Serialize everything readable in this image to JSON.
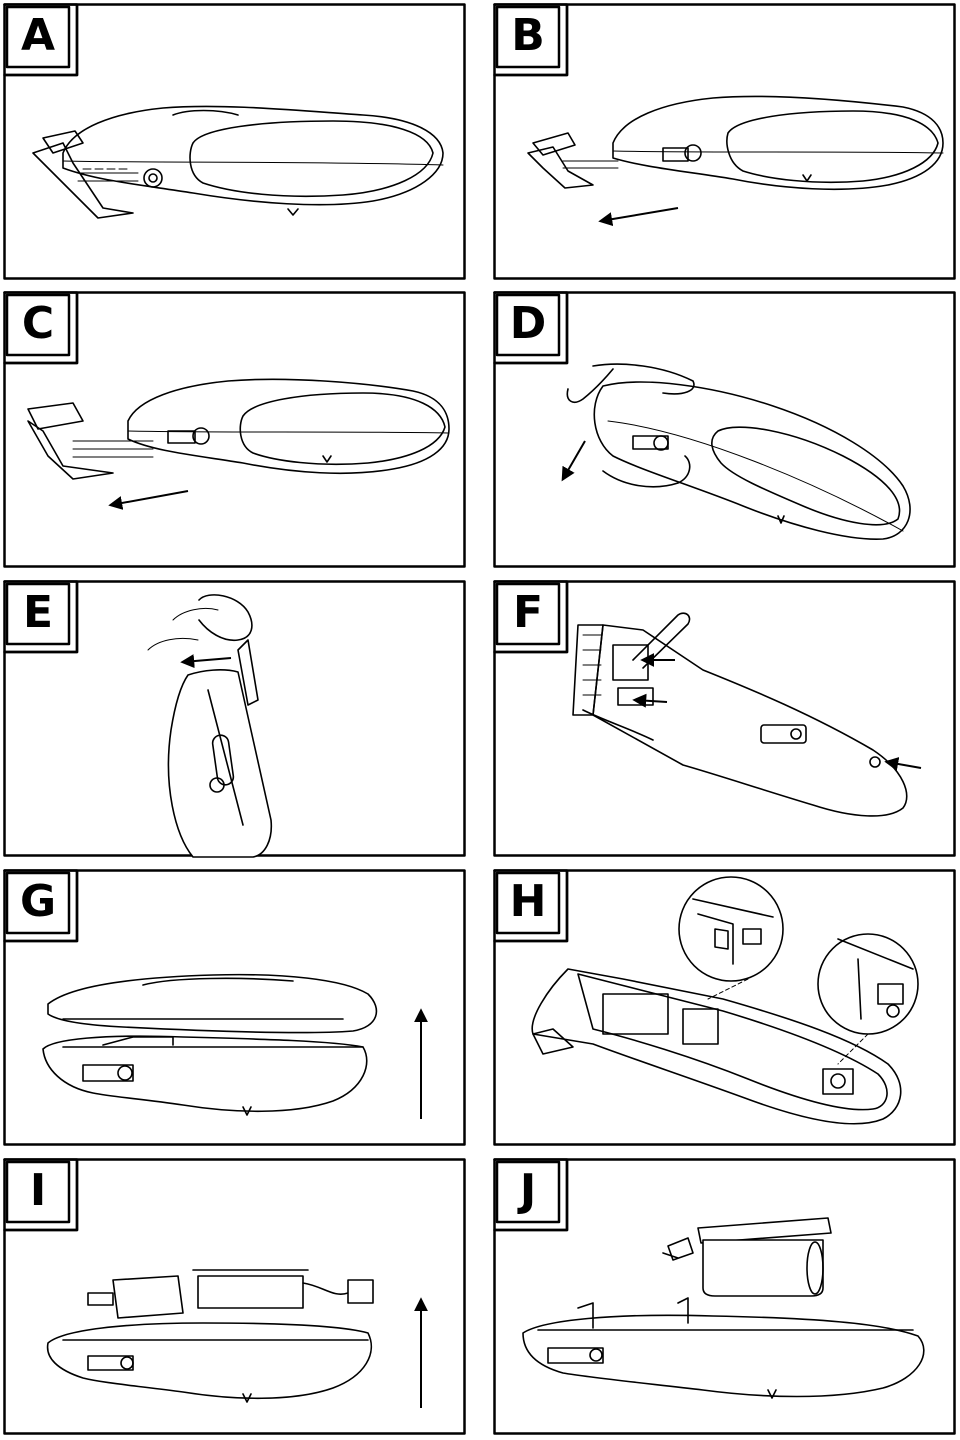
{
  "panels": [
    {
      "id": "a",
      "label": "A"
    },
    {
      "id": "b",
      "label": "B"
    },
    {
      "id": "c",
      "label": "C"
    },
    {
      "id": "d",
      "label": "D"
    },
    {
      "id": "e",
      "label": "E"
    },
    {
      "id": "f",
      "label": "F"
    },
    {
      "id": "g",
      "label": "G"
    },
    {
      "id": "h",
      "label": "H"
    },
    {
      "id": "i",
      "label": "I"
    },
    {
      "id": "j",
      "label": "J"
    }
  ]
}
